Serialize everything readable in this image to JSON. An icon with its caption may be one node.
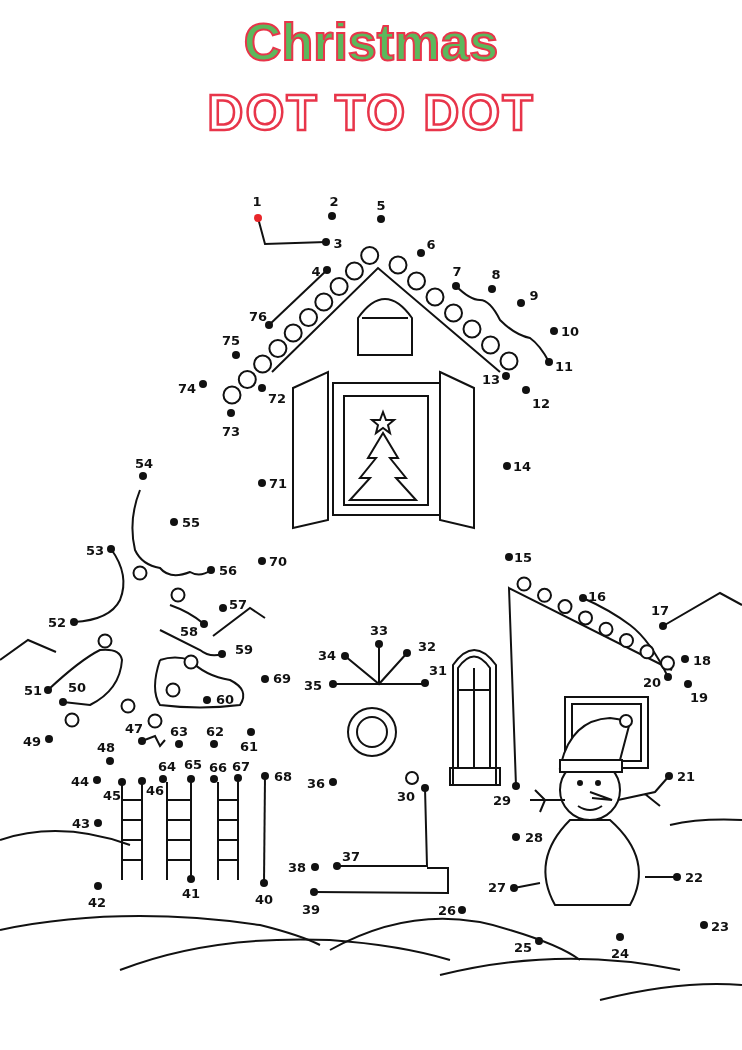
{
  "diagram": {
    "title": "Christmas",
    "labels": [
      "DOT TO DOT",
      "1",
      "2",
      "3",
      "4",
      "5",
      "6",
      "7",
      "8",
      "9",
      "10",
      "11",
      "12",
      "13",
      "14",
      "15",
      "16",
      "17",
      "18",
      "19",
      "20",
      "21",
      "22",
      "23",
      "24",
      "25",
      "26",
      "27",
      "28",
      "29",
      "30",
      "31",
      "32",
      "33",
      "34",
      "35",
      "36",
      "37",
      "38",
      "39",
      "40",
      "41",
      "42",
      "43",
      "44",
      "45",
      "46",
      "47",
      "48",
      "49",
      "50",
      "51",
      "52",
      "53",
      "54",
      "55",
      "56",
      "57",
      "58",
      "59",
      "60",
      "61",
      "62",
      "63",
      "64",
      "65",
      "66",
      "67",
      "68",
      "69",
      "70",
      "71",
      "72",
      "73",
      "74",
      "75",
      "76"
    ]
  }
}
